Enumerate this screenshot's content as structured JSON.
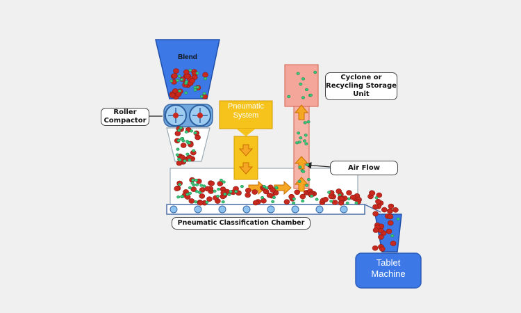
{
  "labels": {
    "blend": "Blend",
    "roller_compactor": "Roller\nCompactor",
    "pneumatic_system": "Pneumatic\nSystem",
    "cyclone": "Cyclone or\nRecycling Storage\nUnit",
    "air_flow": "Air Flow",
    "chamber": "Pneumatic Classification Chamber",
    "tablet_machine": "Tablet\nMachine"
  },
  "colors": {
    "background": "#f0f0f0",
    "hopper_blue": "#3c78e6",
    "roller_blue": "#8fc3f0",
    "pneumatic_fill": "#f6c21c",
    "arrow_orange": "#f5a623",
    "cyclone_fill": "#f4a69a",
    "granule_red": "#c8281e",
    "fines_green": "#3cc87a"
  }
}
